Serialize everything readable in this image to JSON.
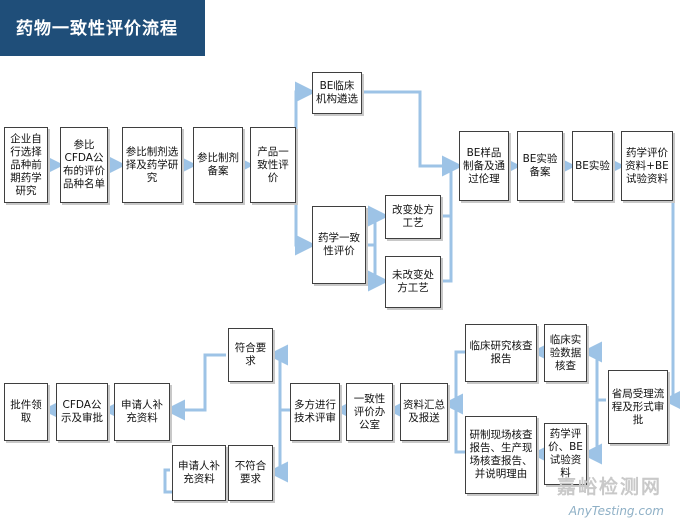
{
  "title": "药物一致性评价流程",
  "nodes": {
    "n1": "企业自行选择品种前期药学研究",
    "n2": "参比CFDA公布的评价品种名单",
    "n3": "参比制剂选择及药学研究",
    "n4": "参比制剂备案",
    "n5": "产品一致性评价",
    "n6": "BE临床机构遴选",
    "n7": "药学一致性评价",
    "n8": "改变处方工艺",
    "n9": "未改变处方工艺",
    "n10": "BE样品制备及通过伦理",
    "n11": "BE实验备案",
    "n12": "BE实验",
    "n13": "药学评价资料+BE试验资料",
    "n14": "省局受理流程及形式审批",
    "n15": "临床实验数据核查",
    "n16": "临床研究核查报告",
    "n17": "药学评价、BE试验资料",
    "n18": "研制现场核查报告、生产现场核查报告、并说明理由",
    "n19": "资料汇总及报送",
    "n20": "一致性评价办公室",
    "n21": "多方进行技术评审",
    "n22": "符合要求",
    "n23": "不符合要求",
    "n24": "申请人补充资料",
    "n25": "申请人补充资料",
    "n26": "CFDA公示及审批",
    "n27": "批件领取"
  },
  "watermark": {
    "cn": "嘉峪检测网",
    "en": "AnyTesting.com"
  },
  "colors": {
    "title_bg": "#1f4e79",
    "arrow": "#9dc3e6",
    "border": "#3f3f3f"
  }
}
